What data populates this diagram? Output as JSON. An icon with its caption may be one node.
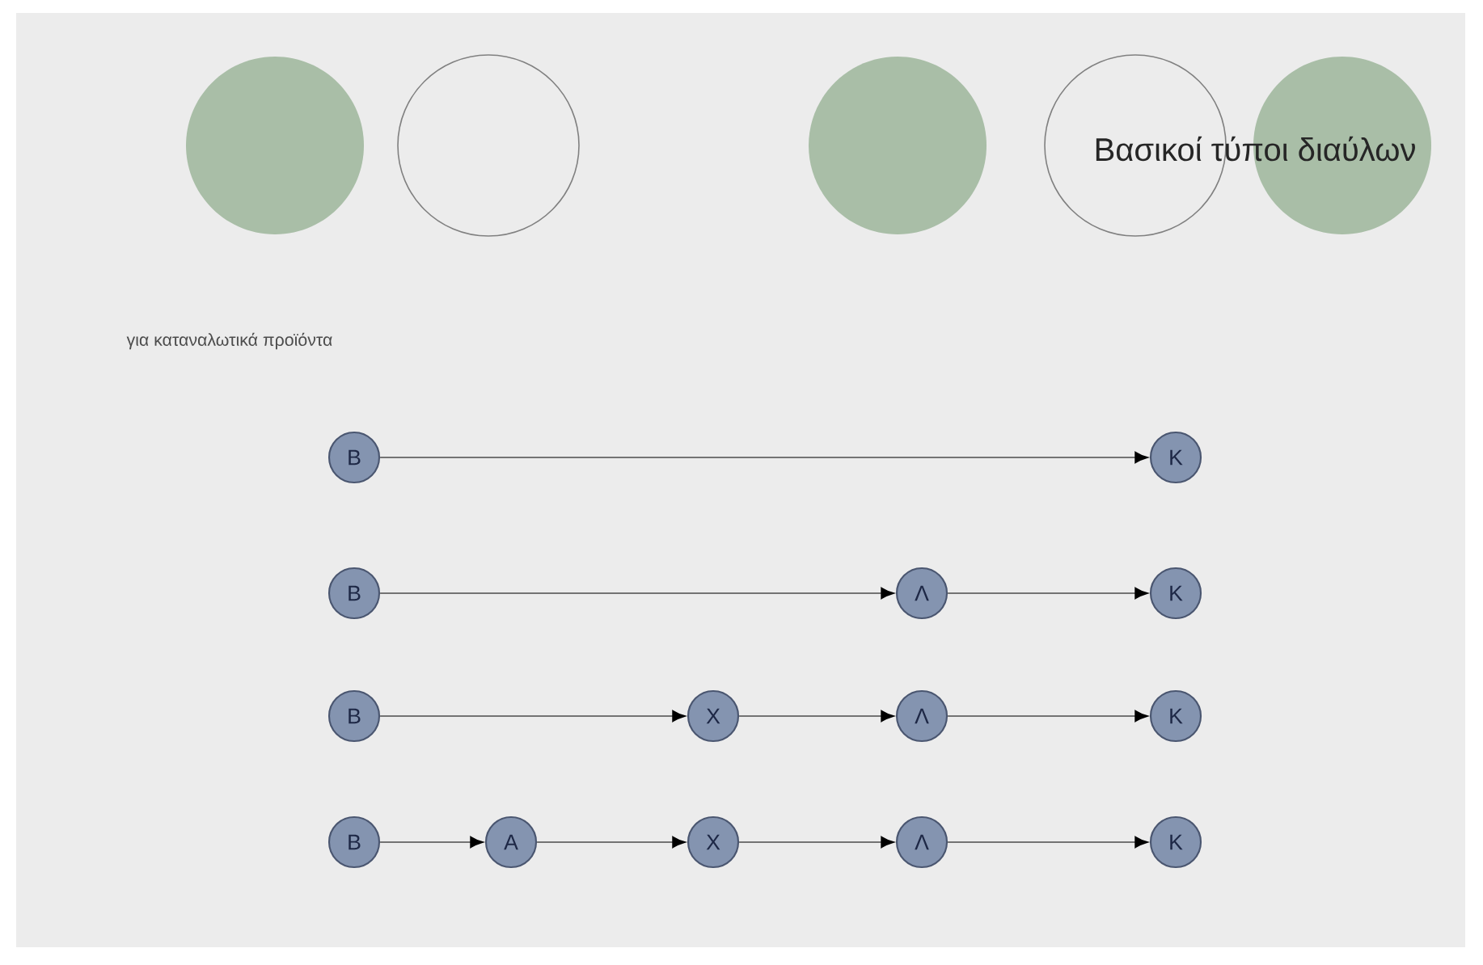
{
  "diagram": {
    "title": "Βασικοί τύποι διαύλων",
    "nodes": [
      {
        "text": [
          "Β"
        ]
      },
      {
        "text": [
          "Κ"
        ]
      },
      {
        "text": [
          "Β"
        ]
      },
      {
        "text": [
          "Λ"
        ]
      },
      {
        "text": [
          "Κ"
        ]
      },
      {
        "text": [
          "Β"
        ]
      },
      {
        "text": [
          "Χ"
        ]
      },
      {
        "text": [
          "Λ"
        ]
      },
      {
        "text": [
          "Κ"
        ]
      },
      {
        "text": [
          "Β"
        ]
      },
      {
        "text": [
          "Α"
        ]
      },
      {
        "text": [
          "Χ"
        ]
      },
      {
        "text": [
          "Λ"
        ]
      },
      {
        "text": [
          "Κ"
        ]
      }
    ],
    "edges": [
      {
        "from": 0,
        "to": 1,
        "arrow": "to"
      },
      {
        "from": 2,
        "to": 3,
        "arrow": "to"
      },
      {
        "from": 3,
        "to": 4,
        "arrow": "to"
      },
      {
        "from": 5,
        "to": 6,
        "arrow": "to"
      },
      {
        "from": 6,
        "to": 7,
        "arrow": "to"
      },
      {
        "from": 7,
        "to": 8,
        "arrow": "to"
      },
      {
        "from": 9,
        "to": 10,
        "arrow": "to"
      },
      {
        "from": 10,
        "to": 11,
        "arrow": "to"
      },
      {
        "from": 11,
        "to": 12,
        "arrow": "to"
      },
      {
        "from": 12,
        "to": 13,
        "arrow": "to"
      }
    ],
    "labels": [
      "για καταναλωτικά προϊόντα"
    ]
  }
}
